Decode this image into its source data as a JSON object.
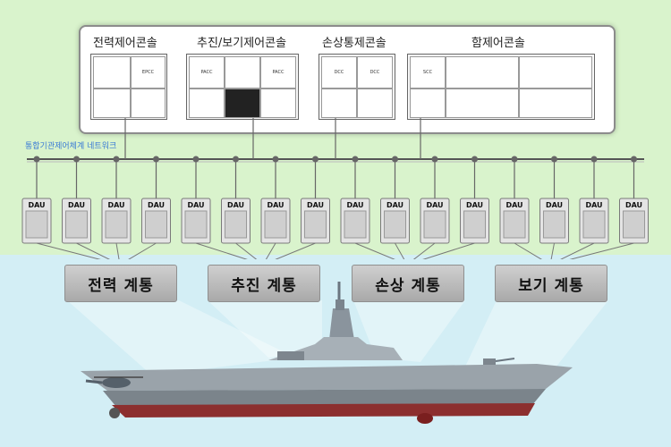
{
  "consoles": [
    {
      "title": "전력제어콘솔",
      "screen_labels": [
        "EPCC"
      ]
    },
    {
      "title": "추진/보기제어콘솔",
      "screen_labels": [
        "PACC",
        "PACC"
      ]
    },
    {
      "title": "손상통제콘솔",
      "screen_labels": [
        "DCC",
        "DCC"
      ]
    },
    {
      "title": "함제어콘솔",
      "screen_labels": [
        "SCC"
      ]
    }
  ],
  "network_label": "통합기관제어체계 네트워크",
  "dau_label": "DAU",
  "dau_count": 16,
  "systems": [
    "전력 계통",
    "추진 계통",
    "손상 계통",
    "보기 계통"
  ],
  "colors": {
    "top_background": "#d9f3cc",
    "bottom_background": "#d3eef5",
    "network_label": "#3a7bd5"
  }
}
